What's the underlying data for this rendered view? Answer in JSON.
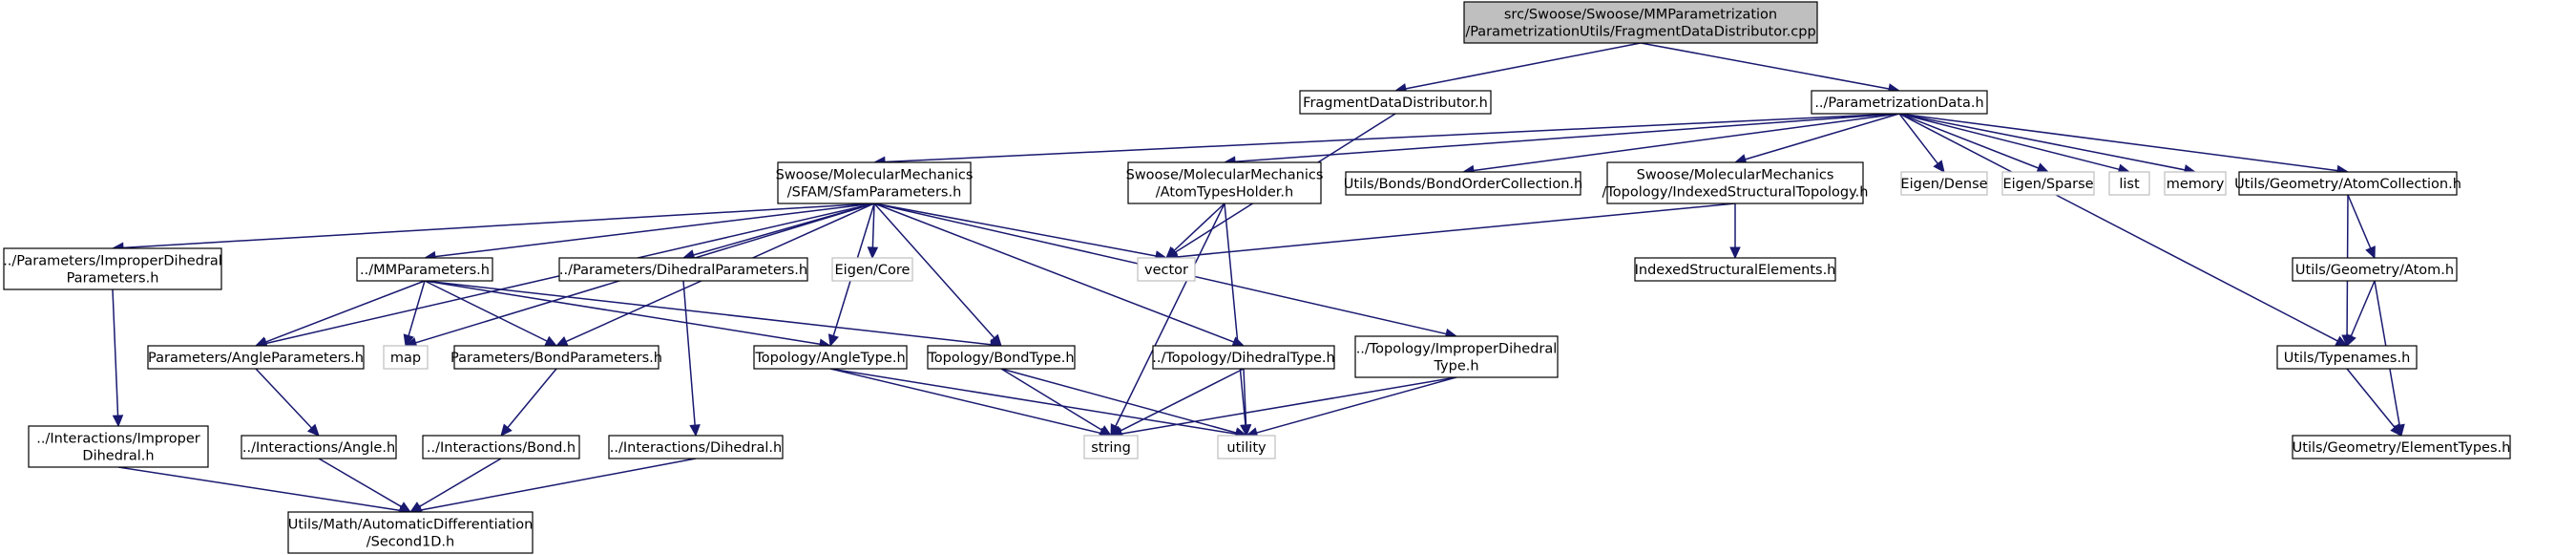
{
  "colors": {
    "edge": "#191970",
    "root_fill": "#bfbfbf",
    "external_border": "#bfbfbf",
    "node_border": "#000000"
  },
  "nodes": {
    "root": {
      "lines": [
        "src/Swoose/Swoose/MMParametrization",
        "/ParametrizationUtils/FragmentDataDistributor.cpp"
      ]
    },
    "fdd": {
      "lines": [
        "FragmentDataDistributor.h"
      ]
    },
    "pdata": {
      "lines": [
        "../ParametrizationData.h"
      ]
    },
    "sfam": {
      "lines": [
        "Swoose/MolecularMechanics",
        "/SFAM/SfamParameters.h"
      ]
    },
    "ath": {
      "lines": [
        "Swoose/MolecularMechanics",
        "/AtomTypesHolder.h"
      ]
    },
    "boc": {
      "lines": [
        "Utils/Bonds/BondOrderCollection.h"
      ]
    },
    "ist": {
      "lines": [
        "Swoose/MolecularMechanics",
        "/Topology/IndexedStructuralTopology.h"
      ]
    },
    "edense": {
      "lines": [
        "Eigen/Dense"
      ]
    },
    "esparse": {
      "lines": [
        "Eigen/Sparse"
      ]
    },
    "list": {
      "lines": [
        "list"
      ]
    },
    "memory": {
      "lines": [
        "memory"
      ]
    },
    "acoll": {
      "lines": [
        "Utils/Geometry/AtomCollection.h"
      ]
    },
    "impdp": {
      "lines": [
        "../Parameters/ImproperDihedral",
        "Parameters.h"
      ]
    },
    "mmp": {
      "lines": [
        "../MMParameters.h"
      ]
    },
    "dihp": {
      "lines": [
        "../Parameters/DihedralParameters.h"
      ]
    },
    "ecore": {
      "lines": [
        "Eigen/Core"
      ]
    },
    "vector": {
      "lines": [
        "vector"
      ]
    },
    "ise": {
      "lines": [
        "IndexedStructuralElements.h"
      ]
    },
    "atom": {
      "lines": [
        "Utils/Geometry/Atom.h"
      ]
    },
    "angp": {
      "lines": [
        "Parameters/AngleParameters.h"
      ]
    },
    "map": {
      "lines": [
        "map"
      ]
    },
    "bondp": {
      "lines": [
        "Parameters/BondParameters.h"
      ]
    },
    "angt": {
      "lines": [
        "Topology/AngleType.h"
      ]
    },
    "bondt": {
      "lines": [
        "Topology/BondType.h"
      ]
    },
    "diht": {
      "lines": [
        "../Topology/DihedralType.h"
      ]
    },
    "impt": {
      "lines": [
        "../Topology/ImproperDihedral",
        "Type.h"
      ]
    },
    "typen": {
      "lines": [
        "Utils/Typenames.h"
      ]
    },
    "iimp": {
      "lines": [
        "../Interactions/Improper",
        "Dihedral.h"
      ]
    },
    "iang": {
      "lines": [
        "../Interactions/Angle.h"
      ]
    },
    "ibond": {
      "lines": [
        "../Interactions/Bond.h"
      ]
    },
    "idih": {
      "lines": [
        "../Interactions/Dihedral.h"
      ]
    },
    "string": {
      "lines": [
        "string"
      ]
    },
    "utility": {
      "lines": [
        "utility"
      ]
    },
    "elemt": {
      "lines": [
        "Utils/Geometry/ElementTypes.h"
      ]
    },
    "autod": {
      "lines": [
        "Utils/Math/AutomaticDifferentiation",
        "/Second1D.h"
      ]
    }
  },
  "edges": [
    [
      "root",
      "fdd"
    ],
    [
      "root",
      "pdata"
    ],
    [
      "fdd",
      "vector"
    ],
    [
      "pdata",
      "sfam"
    ],
    [
      "pdata",
      "ath"
    ],
    [
      "pdata",
      "boc"
    ],
    [
      "pdata",
      "ist"
    ],
    [
      "pdata",
      "edense"
    ],
    [
      "pdata",
      "esparse"
    ],
    [
      "pdata",
      "list"
    ],
    [
      "pdata",
      "memory"
    ],
    [
      "pdata",
      "acoll"
    ],
    [
      "pdata",
      "typen"
    ],
    [
      "sfam",
      "impdp"
    ],
    [
      "sfam",
      "mmp"
    ],
    [
      "sfam",
      "dihp"
    ],
    [
      "sfam",
      "ecore"
    ],
    [
      "sfam",
      "vector"
    ],
    [
      "sfam",
      "angp"
    ],
    [
      "sfam",
      "map"
    ],
    [
      "sfam",
      "bondp"
    ],
    [
      "sfam",
      "angt"
    ],
    [
      "sfam",
      "bondt"
    ],
    [
      "sfam",
      "diht"
    ],
    [
      "sfam",
      "impt"
    ],
    [
      "ath",
      "vector"
    ],
    [
      "ath",
      "string"
    ],
    [
      "ath",
      "utility"
    ],
    [
      "ist",
      "vector"
    ],
    [
      "ist",
      "ise"
    ],
    [
      "acoll",
      "typen"
    ],
    [
      "acoll",
      "atom"
    ],
    [
      "atom",
      "typen"
    ],
    [
      "atom",
      "elemt"
    ],
    [
      "typen",
      "elemt"
    ],
    [
      "impdp",
      "iimp"
    ],
    [
      "mmp",
      "angp"
    ],
    [
      "mmp",
      "map"
    ],
    [
      "mmp",
      "bondp"
    ],
    [
      "mmp",
      "angt"
    ],
    [
      "mmp",
      "bondt"
    ],
    [
      "dihp",
      "idih"
    ],
    [
      "angp",
      "iang"
    ],
    [
      "bondp",
      "ibond"
    ],
    [
      "angt",
      "string"
    ],
    [
      "angt",
      "utility"
    ],
    [
      "bondt",
      "string"
    ],
    [
      "bondt",
      "utility"
    ],
    [
      "diht",
      "string"
    ],
    [
      "diht",
      "utility"
    ],
    [
      "impt",
      "string"
    ],
    [
      "impt",
      "utility"
    ],
    [
      "iimp",
      "autod"
    ],
    [
      "iang",
      "autod"
    ],
    [
      "ibond",
      "autod"
    ],
    [
      "idih",
      "autod"
    ]
  ]
}
